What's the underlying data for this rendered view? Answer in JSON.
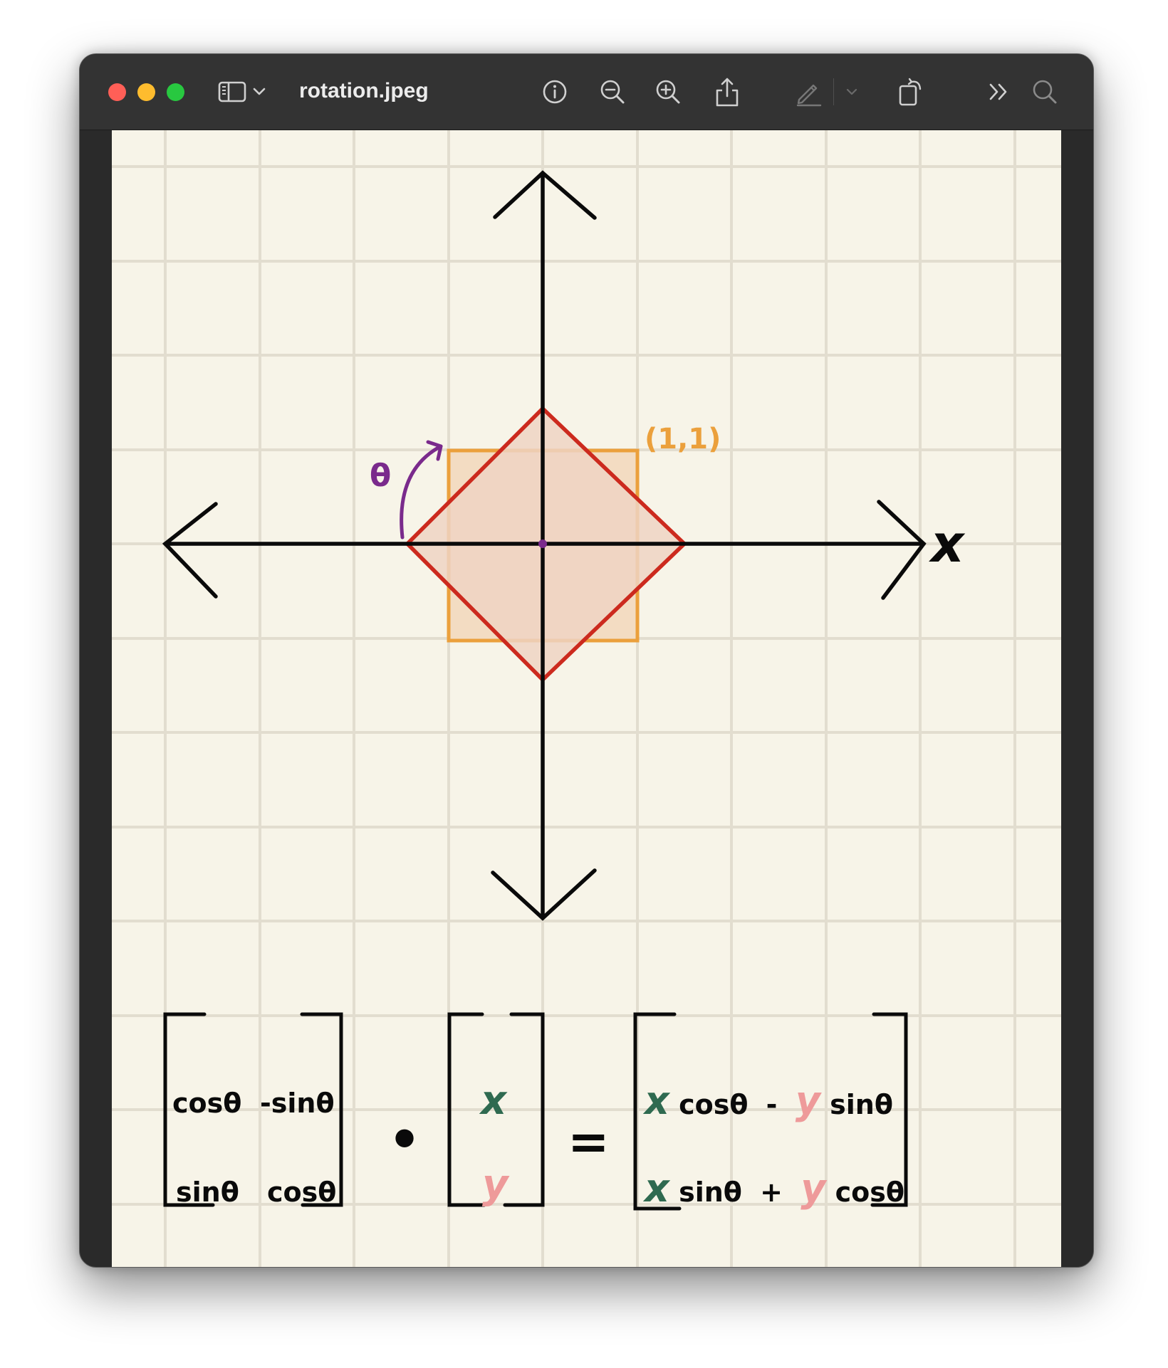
{
  "window": {
    "title": "rotation.jpeg",
    "traffic_lights": {
      "close": "#ff5f57",
      "minimize": "#febc2e",
      "zoom": "#28c840"
    }
  },
  "toolbar": {
    "icons": [
      "sidebar-icon",
      "chevron-down-icon",
      "info-icon",
      "zoom-out-icon",
      "zoom-in-icon",
      "share-icon",
      "markup-pen-icon",
      "chevron-down-icon",
      "rotate-icon",
      "more-chevrons-icon",
      "search-icon"
    ]
  },
  "drawing": {
    "colors": {
      "paper": "#f7f4e8",
      "grid": "#e2ddcf",
      "axes": "#0a0a0a",
      "square": "#eba03c",
      "diamond": "#cc2a1e",
      "diamond_fill": "#efd3c3",
      "theta": "#7a2a8c",
      "x_var": "#2f6a50",
      "y_var": "#ee9a9a"
    },
    "axis_label": "x",
    "point_label": "(1,1)",
    "theta_symbol": "θ",
    "equation": {
      "matrix": [
        [
          "cosθ",
          "-sinθ"
        ],
        [
          "sinθ",
          "cosθ"
        ]
      ],
      "vector": [
        "x",
        "y"
      ],
      "dot": "•",
      "equals": "=",
      "result": [
        {
          "x": "x",
          "t1": "cosθ",
          "op": "-",
          "y": "y",
          "t2": "sinθ"
        },
        {
          "x": "x",
          "t1": "sinθ",
          "op": "+",
          "y": "y",
          "t2": "cosθ"
        }
      ]
    }
  }
}
